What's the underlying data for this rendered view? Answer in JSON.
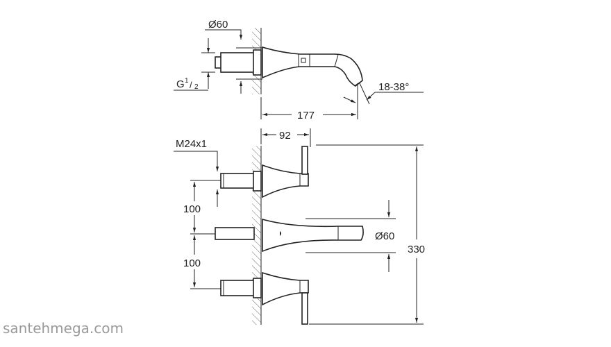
{
  "top_view": {
    "diameter_label": "Ø60",
    "thread_label_main": "G",
    "thread_label_sup": "1",
    "thread_label_sub": "2",
    "length_label": "177",
    "angle_label": "18-38°"
  },
  "bottom_view": {
    "depth_label": "92",
    "thread_label": "M24x1",
    "spacing_upper_label": "100",
    "spacing_lower_label": "100",
    "spout_diameter_label": "Ø60",
    "height_label": "330"
  },
  "watermark": "santehmega.com"
}
